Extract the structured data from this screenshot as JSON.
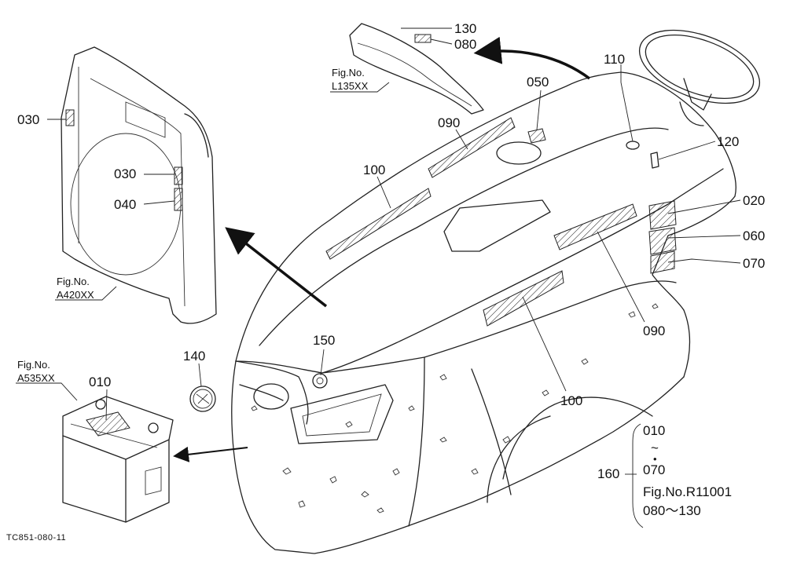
{
  "figure_refs": {
    "l135": {
      "title": "Fig.No.",
      "code": "L135XX"
    },
    "a420": {
      "title": "Fig.No.",
      "code": "A420XX"
    },
    "a535": {
      "title": "Fig.No.",
      "code": "A535XX"
    }
  },
  "part_labels": {
    "p130": "130",
    "p080": "080",
    "p110": "110",
    "p050": "050",
    "p090_top": "090",
    "p120": "120",
    "p100_top": "100",
    "p020": "020",
    "p060": "060",
    "p070": "070",
    "p090_side": "090",
    "p030_a": "030",
    "p030_b": "030",
    "p040": "040",
    "p150": "150",
    "p140": "140",
    "p010": "010",
    "p100_side": "100"
  },
  "legend": {
    "number": "160",
    "line1": "010",
    "tilde": "~",
    "dot": "•",
    "line2": "070",
    "line3": "Fig.No.R11001",
    "line4": "080～130"
  },
  "drawing_code": "TC851-080-11",
  "colors": {
    "ink": "#222222",
    "background": "#ffffff"
  }
}
